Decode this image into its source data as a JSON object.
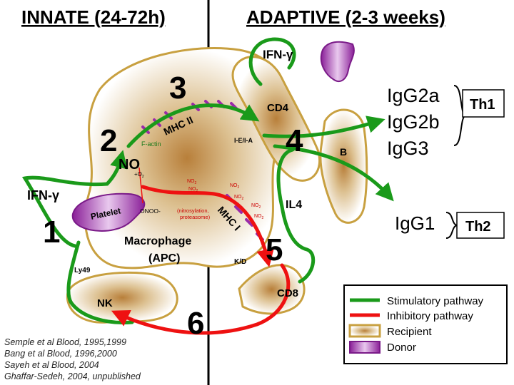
{
  "headers": {
    "innate": "INNATE (24-72h)",
    "adaptive": "ADAPTIVE (2-3 weeks)"
  },
  "steps": [
    "1",
    "2",
    "3",
    "4",
    "5",
    "6"
  ],
  "labels": {
    "ifn_top": "IFN-γ",
    "ifn_left": "IFN-γ",
    "no": "NO",
    "o2": "+O",
    "onoo": "ONOO-",
    "factin": "F-actin",
    "mhc2": "MHC II",
    "mhc1": "MHC I",
    "platelet": "Platelet",
    "macrophage": "Macrophage",
    "apc": "(APC)",
    "nitro1": "(nitrosylation,",
    "nitro2": "proteasome)",
    "no2": "NO",
    "ly49": "Ly49",
    "nk": "NK",
    "kd": "K/D",
    "cd8": "CD8",
    "cd4": "CD4",
    "iea": "I-E/I-A",
    "il4": "IL4",
    "b": "B"
  },
  "outputs": {
    "igg2a": "IgG2a",
    "igg2b": "IgG2b",
    "igg3": "IgG3",
    "igg1": "IgG1",
    "th1": "Th1",
    "th2": "Th2"
  },
  "legend": {
    "items": [
      {
        "label": "Stimulatory pathway",
        "kind": "line",
        "color": "#1a9a1a"
      },
      {
        "label": "Inhibitory pathway",
        "kind": "line",
        "color": "#ee1111"
      },
      {
        "label": "Recipient",
        "kind": "swatch",
        "color": "#c8a040"
      },
      {
        "label": "Donor",
        "kind": "swatch",
        "color": "#9a2aa8"
      }
    ]
  },
  "citations": [
    "Semple et al Blood, 1995,1999",
    "Bang et al Blood, 1996,2000",
    "Sayeh et al Blood, 2004",
    "Ghaffar-Sedeh, 2004, unpublished"
  ],
  "colors": {
    "stimulatory": "#1a9a1a",
    "inhibitory": "#ee1111",
    "recipient": "#c8a040",
    "donor": "#9a2aa8",
    "divider": "#000000"
  }
}
